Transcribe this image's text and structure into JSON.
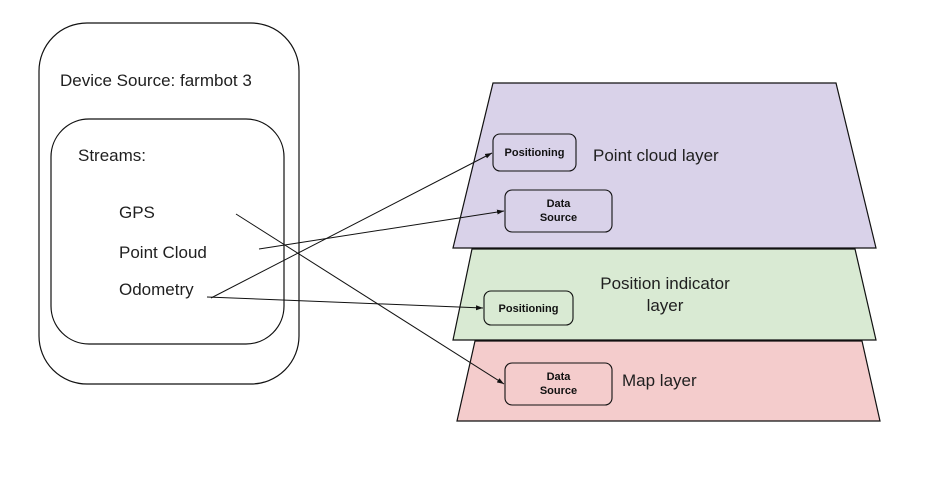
{
  "device": {
    "title": "Device Source: farmbot 3",
    "streams_label": "Streams:",
    "streams": [
      "GPS",
      "Point Cloud",
      "Odometry"
    ]
  },
  "layers": [
    {
      "name": "Point cloud layer",
      "color": "#d9d2e9",
      "boxes": [
        {
          "label": "Positioning"
        },
        {
          "label_line1": "Data",
          "label_line2": "Source"
        }
      ]
    },
    {
      "name_line1": "Position indicator",
      "name_line2": "layer",
      "color": "#d9ead3",
      "boxes": [
        {
          "label": "Positioning"
        }
      ]
    },
    {
      "name": "Map layer",
      "color": "#f4cccc",
      "boxes": [
        {
          "label_line1": "Data",
          "label_line2": "Source"
        }
      ]
    }
  ],
  "connections": [
    {
      "from": "Odometry",
      "to": "Point cloud layer / Positioning"
    },
    {
      "from": "Point Cloud",
      "to": "Point cloud layer / Data Source"
    },
    {
      "from": "Odometry",
      "to": "Position indicator layer / Positioning"
    },
    {
      "from": "GPS",
      "to": "Map layer / Data Source"
    }
  ]
}
